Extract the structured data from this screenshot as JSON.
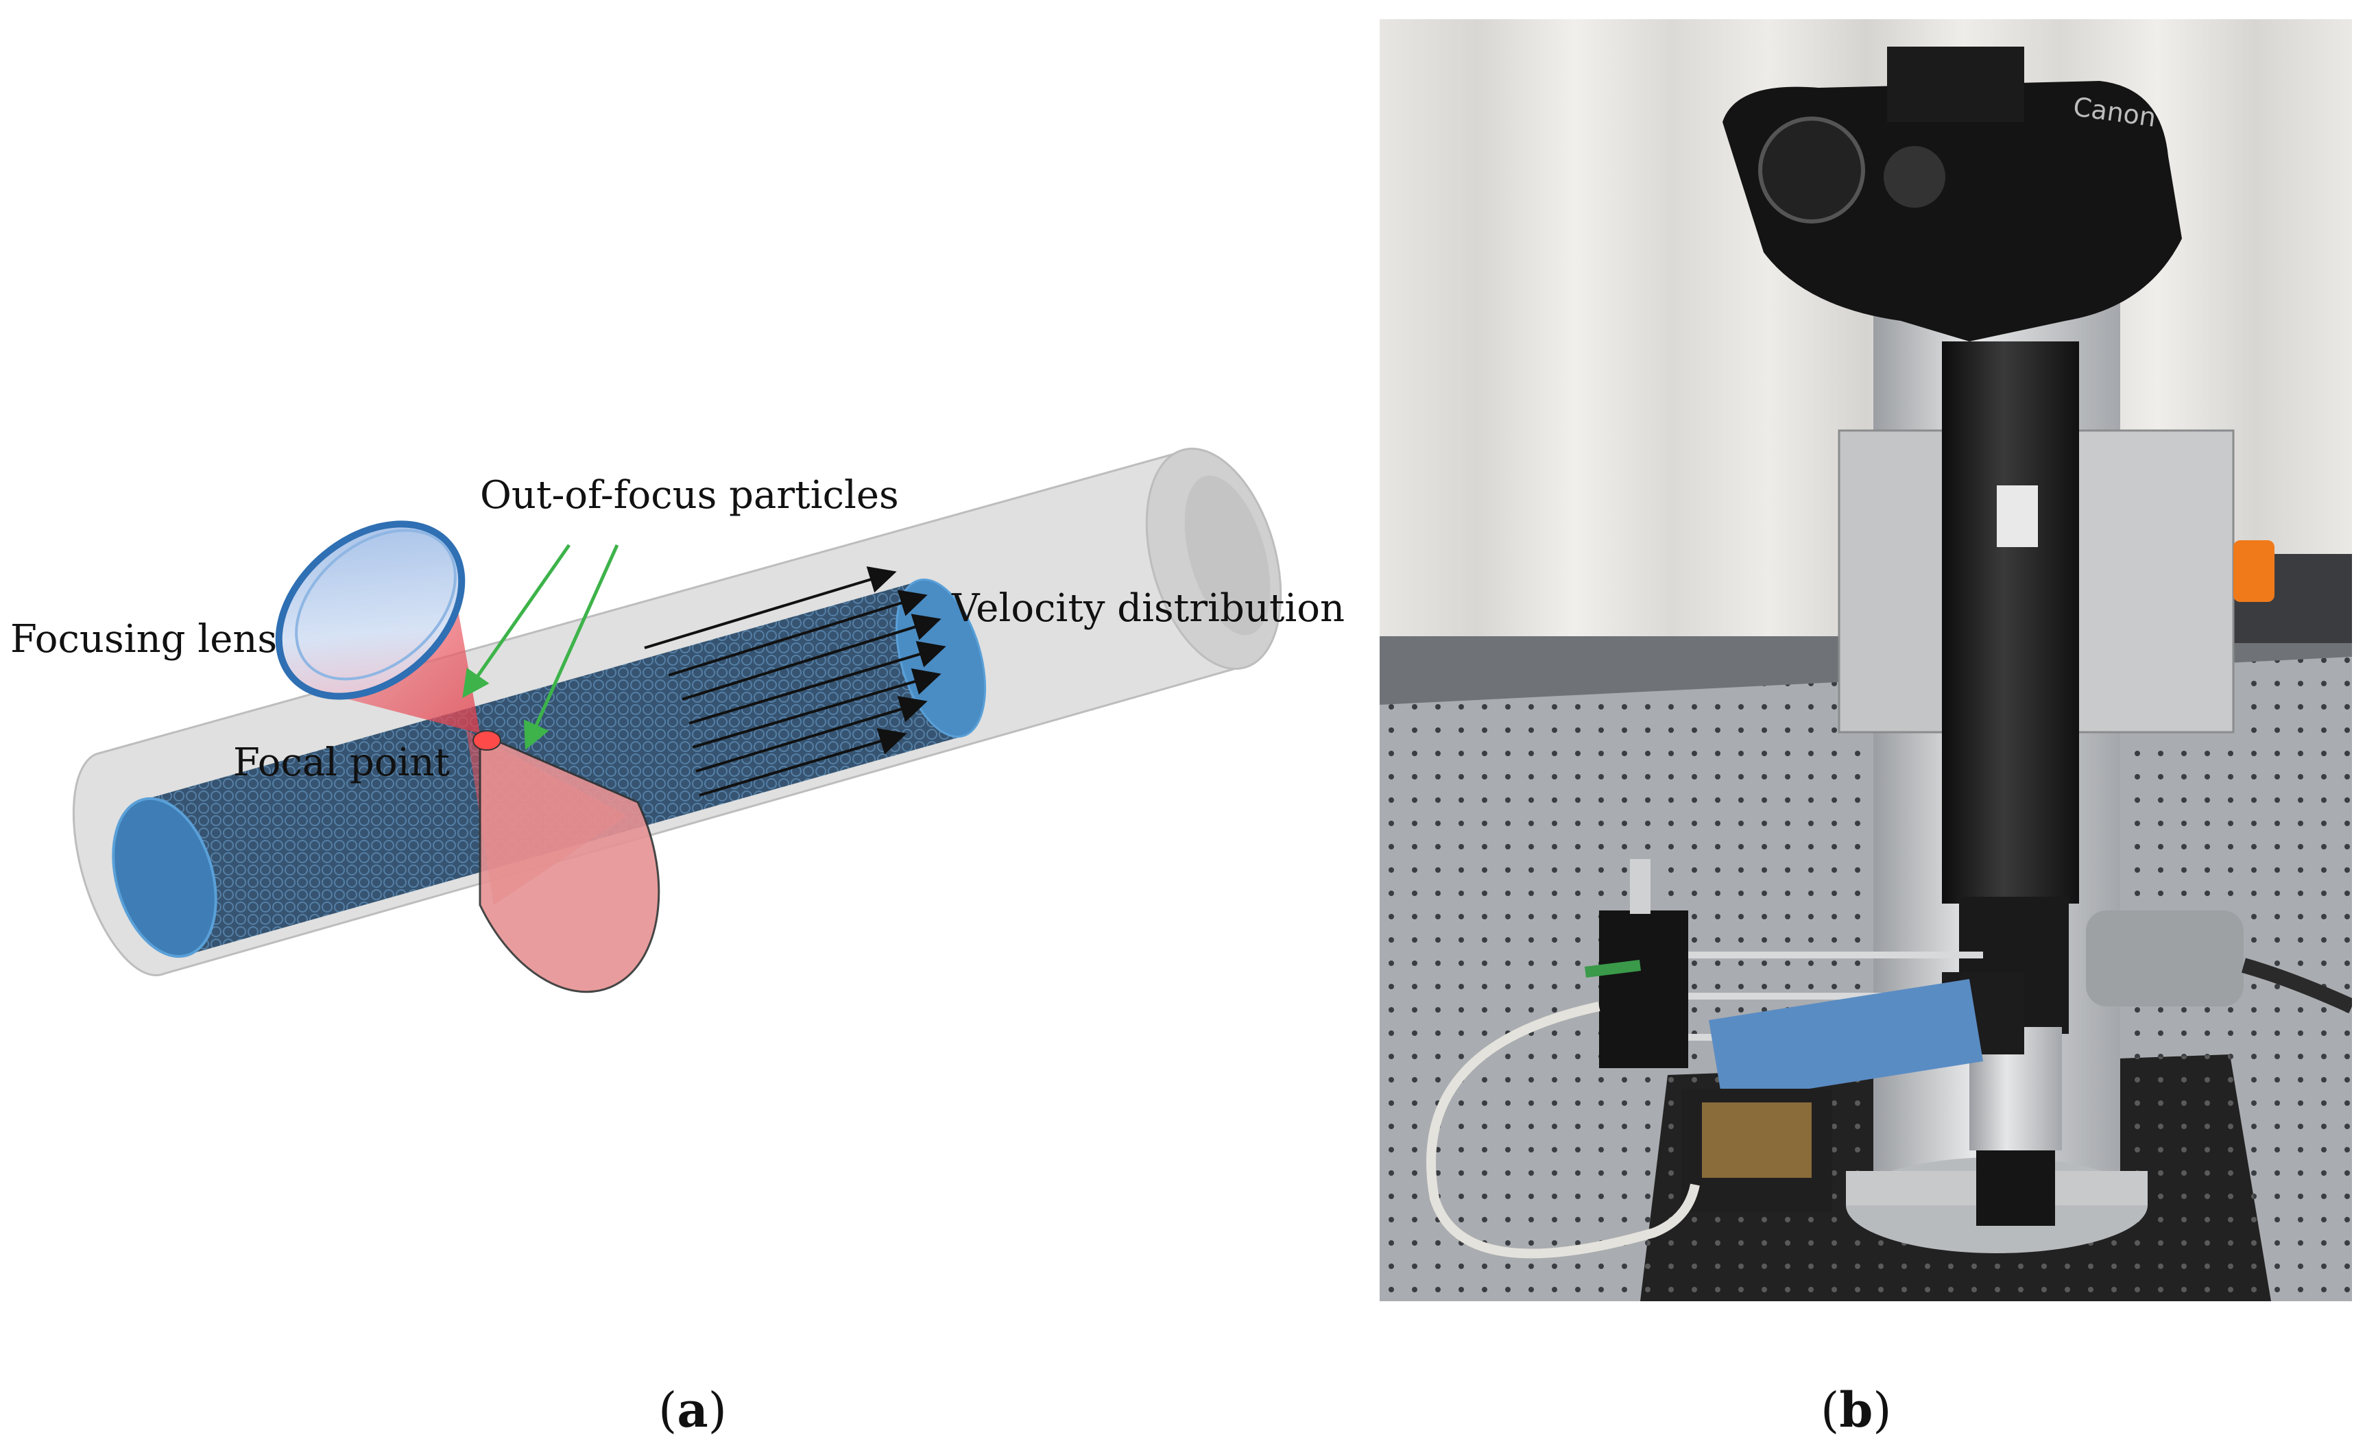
{
  "panel_a": {
    "labels": {
      "focusing_lens": "Focusing lens",
      "out_of_focus": "Out-of-focus particles",
      "velocity": "Velocity distribution",
      "focal_point": "Focal point"
    },
    "colors": {
      "pipe": "#c9c9c9",
      "fluid": "#2b4e6e",
      "fluid_edge": "#4a90c9",
      "lens": "#3a7fc1",
      "beam": "#e8585a",
      "cone": "#e79293",
      "arrow_green": "#3db34a"
    }
  },
  "panel_b": {
    "photo_text": {
      "brand": "Canon"
    }
  },
  "captions": {
    "a_letter": "a",
    "b_letter": "b"
  }
}
